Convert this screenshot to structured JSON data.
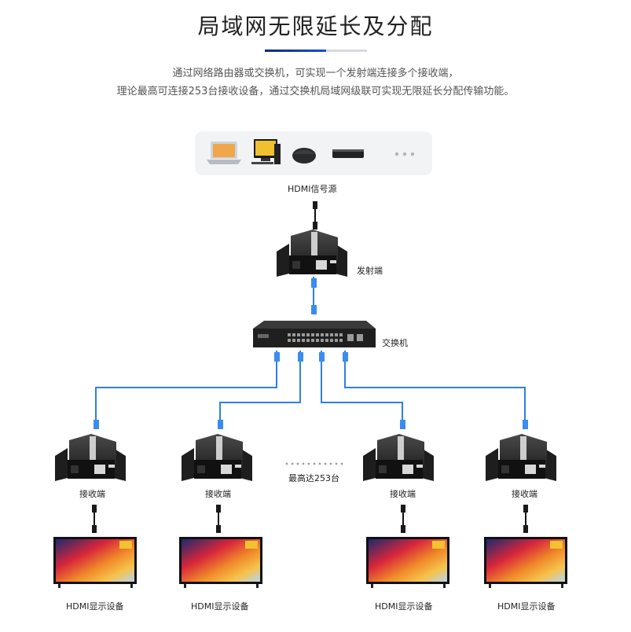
{
  "header": {
    "title": "局域网无限延长及分配",
    "desc_line1": "通过网络路由器或交换机，可实现一个发射端连接多个接收端，",
    "desc_line2": "理论最高可连接253台接收设备，通过交换机局域网级联可实现无限延长分配传输功能。"
  },
  "labels": {
    "source": "HDMI信号源",
    "transmitter": "发射端",
    "switch": "交换机",
    "max_count": "最高达253台",
    "receiver": "接收端",
    "display": "HDMI显示设备"
  },
  "colors": {
    "cable": "#2f7fe8",
    "accent": "#1a4fd0",
    "device_body": "#262626"
  },
  "icons": [
    "laptop-icon",
    "desktop-icon",
    "tv-box-icon",
    "player-icon",
    "more-dots-icon"
  ]
}
